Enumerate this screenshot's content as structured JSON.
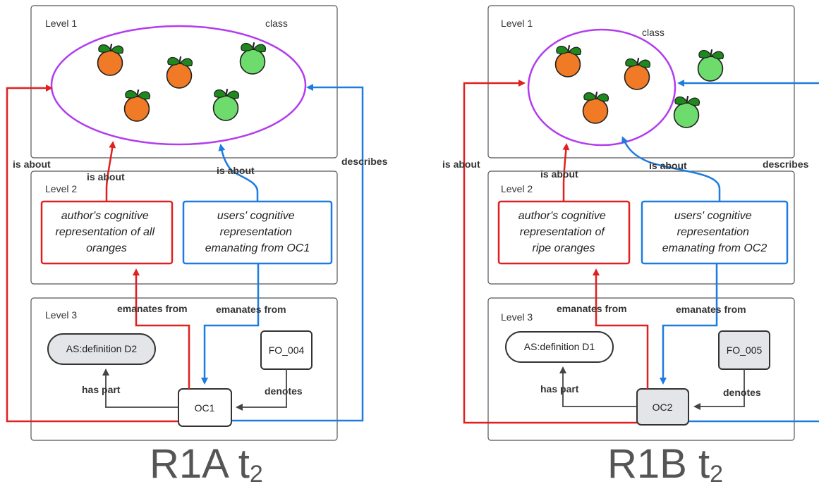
{
  "left": {
    "level1": "Level 1",
    "level2": "Level 2",
    "level3": "Level 3",
    "class_label": "class",
    "is_about_outer": "is about",
    "is_about_red": "is about",
    "is_about_blue": "is about",
    "describes": "describes",
    "author_lines": [
      "author's cognitive",
      "representation of all",
      "oranges"
    ],
    "users_lines": [
      "users' cognitive",
      "representation",
      "emanating from OC1"
    ],
    "emanates_red": "emanates from",
    "emanates_blue": "emanates from",
    "definition": "AS:definition D2",
    "fo": "FO_004",
    "oc": "OC1",
    "has_part": "has part",
    "denotes": "denotes",
    "caption_main": "R1A t",
    "caption_sub": "2"
  },
  "right": {
    "level1": "Level 1",
    "level2": "Level 2",
    "level3": "Level 3",
    "class_label": "class",
    "is_about_outer": "is about",
    "is_about_red": "is about",
    "is_about_blue": "is about",
    "describes": "describes",
    "author_lines": [
      "author's cognitive",
      "representation of",
      "ripe oranges"
    ],
    "users_lines": [
      "users' cognitive",
      "representation",
      "emanating from OC2"
    ],
    "emanates_red": "emanates from",
    "emanates_blue": "emanates from",
    "definition": "AS:definition D1",
    "fo": "FO_005",
    "oc": "OC2",
    "has_part": "has part",
    "denotes": "denotes",
    "caption_main": "R1B t",
    "caption_sub": "2"
  },
  "colors": {
    "red": "#e02020",
    "blue": "#1e7be0",
    "purple": "#b23cf0",
    "orange": "#f07a25",
    "green": "#6ddc6d",
    "leaf": "#1e8a1e",
    "gray_fill": "#e4e5e8"
  }
}
